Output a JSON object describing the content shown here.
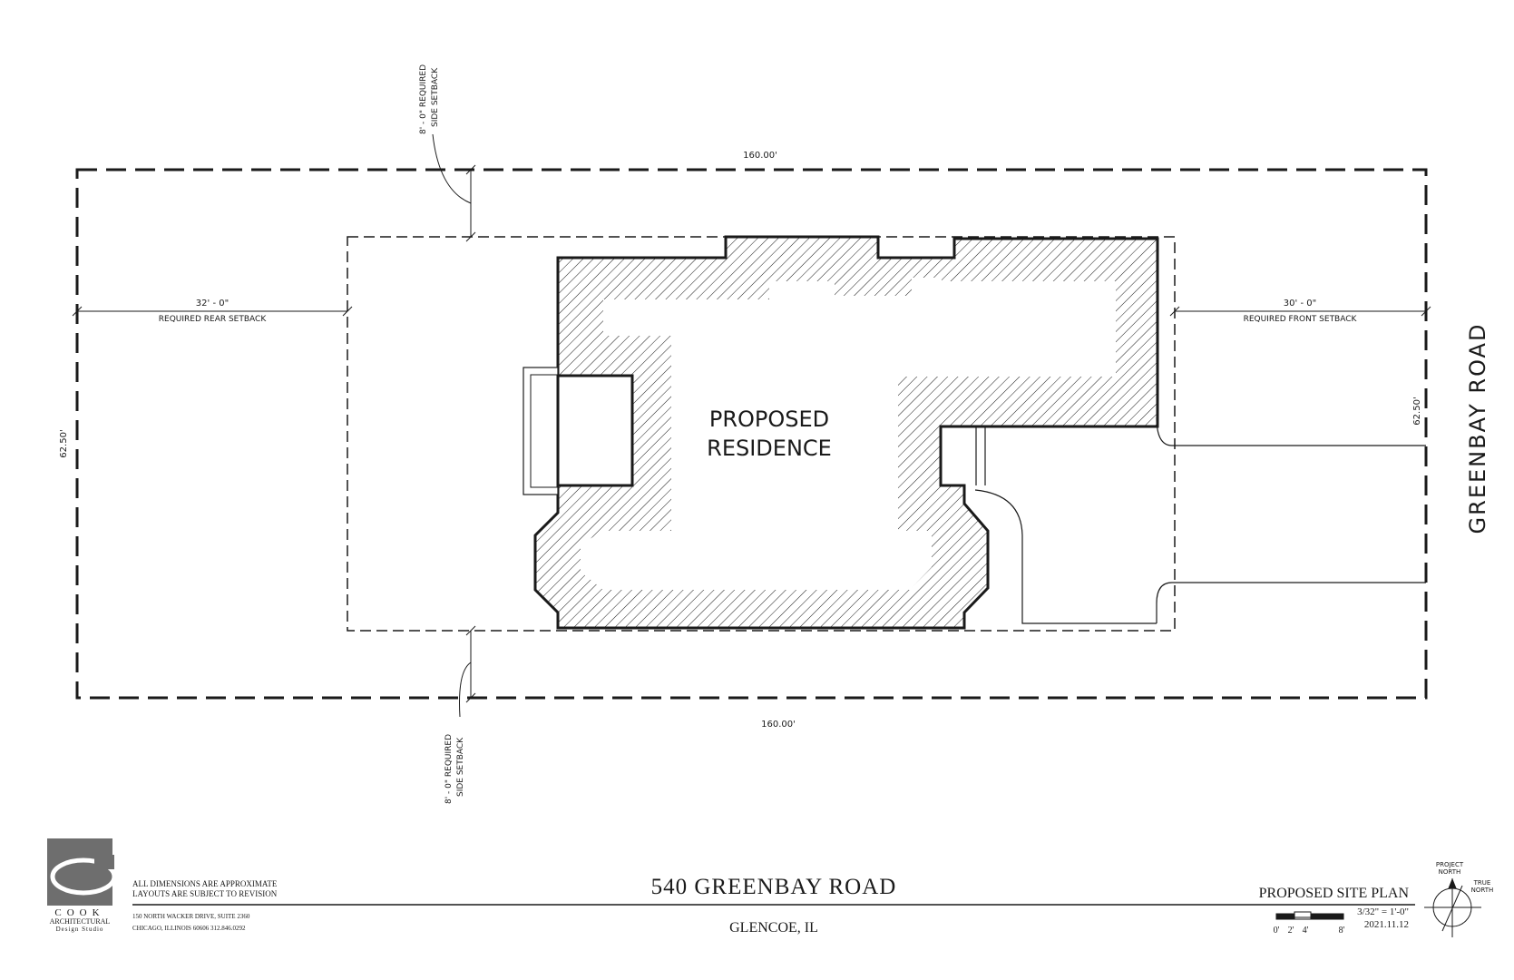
{
  "plan": {
    "lot_width_top": "160.00'",
    "lot_width_bottom": "160.00'",
    "lot_depth_left": "62.50'",
    "lot_depth_right": "62.50'",
    "rear_setback_dim": "32' - 0\"",
    "rear_setback_label": "REQUIRED REAR SETBACK",
    "front_setback_dim": "30' - 0\"",
    "front_setback_label": "REQUIRED FRONT SETBACK",
    "side_setback_top_line1": "8' - 0\" REQUIRED",
    "side_setback_top_line2": "SIDE SETBACK",
    "side_setback_bottom_line1": "8' - 0\" REQUIRED",
    "side_setback_bottom_line2": "SIDE SETBACK",
    "building_label_line1": "PROPOSED",
    "building_label_line2": "RESIDENCE",
    "street_name": "GREENBAY ROAD"
  },
  "title_block": {
    "logo_word": "COOK",
    "logo_line2": "ARCHITECTURAL",
    "logo_line3": "Design Studio",
    "note_line1": "ALL DIMENSIONS ARE APPROXIMATE",
    "note_line2": "LAYOUTS ARE SUBJECT TO REVISION",
    "address_line1": "150 NORTH WACKER DRIVE, SUITE 2360",
    "address_line2": "CHICAGO, ILLINOIS 60606  312.846.0292",
    "project_title": "540 GREENBAY ROAD",
    "project_location": "GLENCOE, IL",
    "sheet_title": "PROPOSED SITE PLAN",
    "scale_text": "3/32\" = 1'-0\"",
    "date": "2021.11.12",
    "scale_ticks": [
      "0'",
      "2'",
      "4'",
      "8'"
    ],
    "north_project": "PROJECT",
    "north_project2": "NORTH",
    "north_true": "TRUE",
    "north_true2": "NORTH"
  },
  "colors": {
    "ink": "#1a1a1a",
    "logo_gray": "#6e6e6e"
  }
}
